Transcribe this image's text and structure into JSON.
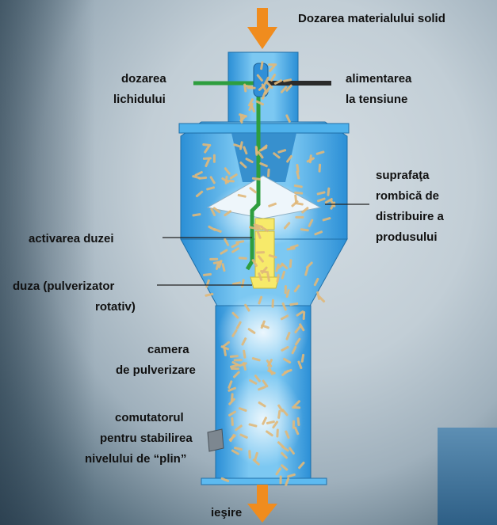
{
  "labels": {
    "top_input": "Dozarea materialului solid",
    "liquid_dosing_1": "dozarea",
    "liquid_dosing_2": "lichidului",
    "power_1": "alimentarea",
    "power_2": "la tensiune",
    "surface_1": "suprafaţa",
    "surface_2": "rombică de",
    "surface_3": "distribuire a",
    "surface_4": "produsului",
    "nozzle_activation": "activarea duzei",
    "nozzle_1": "duza (pulverizator",
    "nozzle_2": "rotativ)",
    "chamber_1": "camera",
    "chamber_2": "de pulverizare",
    "switch_1": "comutatorul",
    "switch_2": "pentru stabilirea",
    "switch_3": "nivelului de “plin”",
    "output": "ieşire"
  },
  "colors": {
    "arrow": "#f08c1e",
    "vessel_blue": "#3aa6e6",
    "vessel_light": "#b8e2f8",
    "pipe_green": "#2e9e3e",
    "nozzle_yellow": "#f7ea6a",
    "particle": "#e0b87a"
  }
}
